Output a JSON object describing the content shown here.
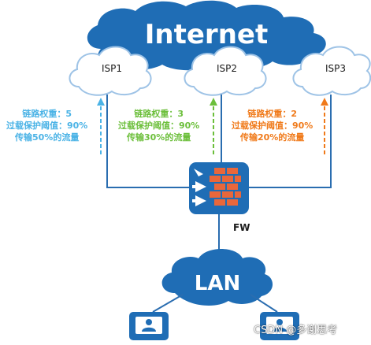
{
  "internet": {
    "label": "Internet"
  },
  "isps": [
    {
      "label": "ISP1",
      "color": "#4bb3e6",
      "notes": [
        "链路权重：5",
        "过载保护阈值：90%",
        "传输50%的流量"
      ]
    },
    {
      "label": "ISP2",
      "color": "#6cbf3b",
      "notes": [
        "链路权重：3",
        "过载保护阈值：90%",
        "传输30%的流量"
      ]
    },
    {
      "label": "ISP3",
      "color": "#f07a1a",
      "notes": [
        "链路权重：2",
        "过载保护阈值：90%",
        "传输20%的流量"
      ]
    }
  ],
  "firewall": {
    "label": "FW",
    "icon": "firewall-icon"
  },
  "lan": {
    "label": "LAN"
  },
  "hosts": [
    {
      "icon": "user-computer-icon"
    },
    {
      "icon": "user-computer-icon"
    }
  ],
  "watermark": "CSDN @多谢思考",
  "colors": {
    "cloud_blue": "#1f6db5",
    "line_blue": "#2a6db0",
    "isp_cloud_fill": "#ffffff",
    "isp_cloud_stroke": "#9ec3e6"
  }
}
